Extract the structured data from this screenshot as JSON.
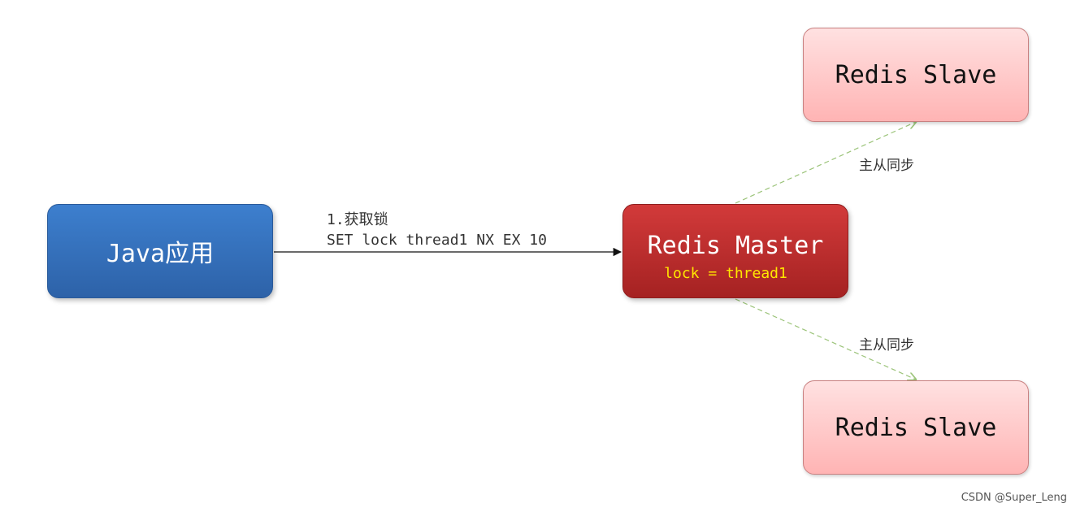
{
  "nodes": {
    "java": "Java应用",
    "master": "Redis Master",
    "master_value": "lock = thread1",
    "slave_top": "Redis Slave",
    "slave_bottom": "Redis Slave"
  },
  "edges": {
    "acquire_step": "1.获取锁",
    "acquire_cmd": "SET lock thread1 NX EX 10",
    "sync_top": "主从同步",
    "sync_bottom": "主从同步"
  },
  "credit": "CSDN @Super_Leng",
  "colors": {
    "java": "#3470ba",
    "master": "#c02e2e",
    "slave": "#ffc8c8",
    "lock_value": "#ffe600",
    "sync_line": "#9cc47a"
  }
}
